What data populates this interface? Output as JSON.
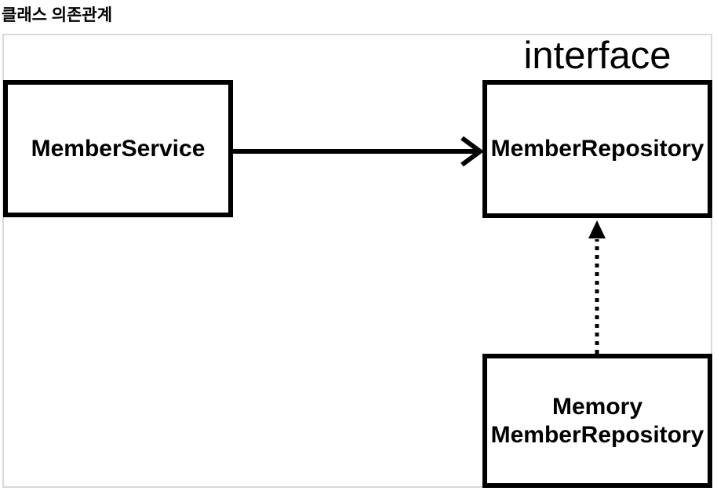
{
  "page": {
    "title": "클래스 의존관계"
  },
  "diagram": {
    "interface_label": "interface",
    "nodes": [
      {
        "id": "member-service",
        "label": "MemberService",
        "role": "class"
      },
      {
        "id": "member-repository",
        "label": "MemberRepository",
        "role": "interface"
      },
      {
        "id": "memory-member-repository",
        "label_line1": "Memory",
        "label_line2": "MemberRepository",
        "role": "implementation"
      }
    ],
    "edges": [
      {
        "from": "MemberService",
        "to": "MemberRepository",
        "style": "solid",
        "head": "open-chevron",
        "meaning": "dependency"
      },
      {
        "from": "MemoryMemberRepository",
        "to": "MemberRepository",
        "style": "dotted",
        "head": "filled-triangle",
        "meaning": "implements"
      }
    ],
    "colors": {
      "background": "#ffffff",
      "frame_border": "#d9d9d9",
      "node_border": "#000000",
      "node_fill": "#ffffff",
      "text": "#000000",
      "arrow": "#000000"
    }
  }
}
